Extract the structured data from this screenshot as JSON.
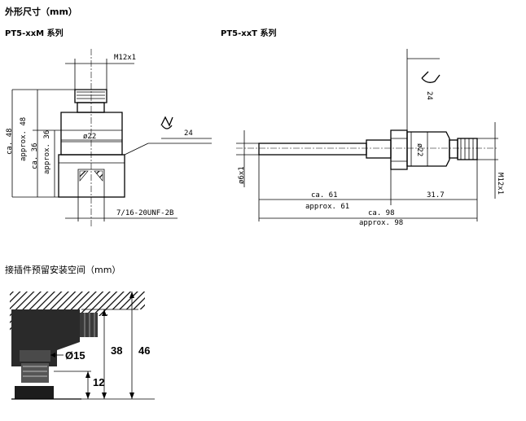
{
  "titles": {
    "outline": "外形尺寸（mm）",
    "pt5_xxm": "PT5-xxM 系列",
    "pt5_xxt": "PT5-xxT 系列",
    "plug_space": "接插件预留安装空间（mm）"
  },
  "drawing_m": {
    "thread_top": "M12x1",
    "dia": "ø22",
    "wrench": "24",
    "ca48": "ca. 48",
    "approx48": "approx. 48",
    "ca36": "ca. 36",
    "approx36": "approx. 36",
    "thread_bottom": "7/16-20UNF-2B"
  },
  "drawing_t": {
    "wrench": "24",
    "dia": "ø22",
    "probe_dia": "ø6x1",
    "thread": "M12x1",
    "ca61": "ca. 61",
    "approx61": "approx. 61",
    "len317": "31.7",
    "ca98": "ca. 98",
    "approx98": "approx. 98"
  },
  "drawing_plug": {
    "dia15": "Ø15",
    "h38": "38",
    "h46": "46",
    "h12": "12"
  }
}
